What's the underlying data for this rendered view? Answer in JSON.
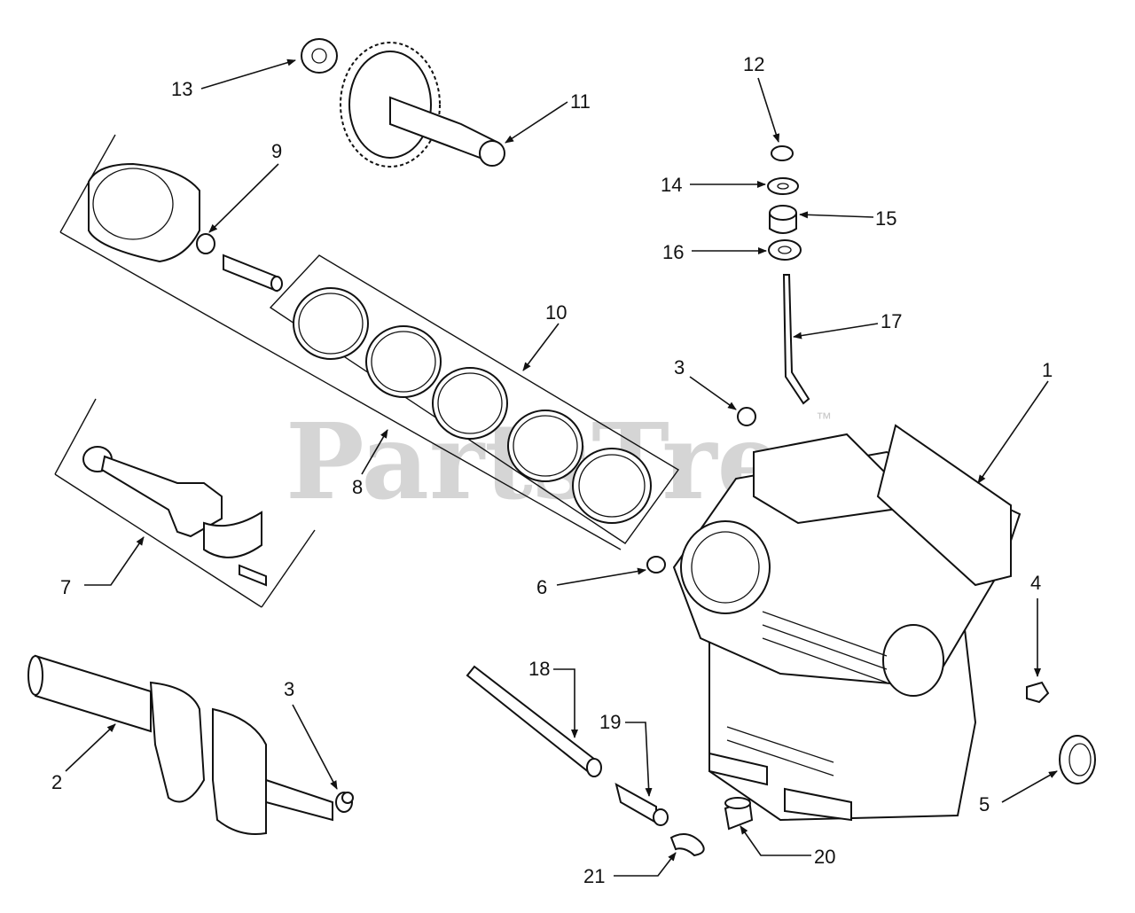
{
  "watermark": {
    "text": "PartsTree",
    "trademark": "™"
  },
  "callouts": {
    "c1": "1",
    "c2": "2",
    "c3a": "3",
    "c3b": "3",
    "c4": "4",
    "c5": "5",
    "c6": "6",
    "c7": "7",
    "c8": "8",
    "c9": "9",
    "c10": "10",
    "c11": "11",
    "c12": "12",
    "c13": "13",
    "c14": "14",
    "c15": "15",
    "c16": "16",
    "c17": "17",
    "c18": "18",
    "c19": "19",
    "c20": "20",
    "c21": "21"
  }
}
